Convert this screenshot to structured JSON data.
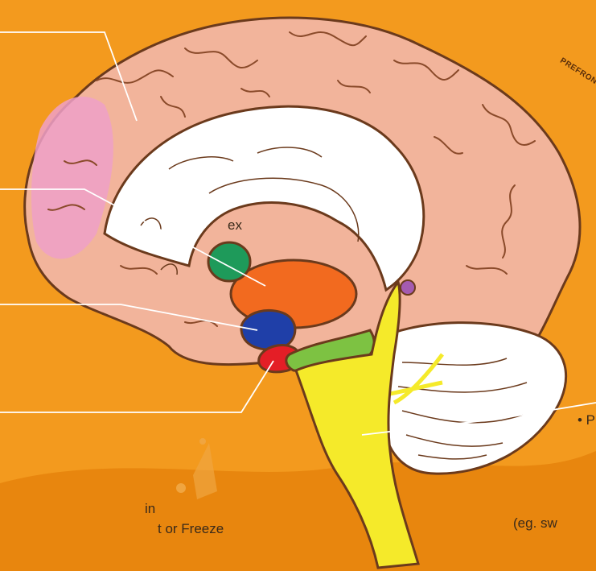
{
  "labels": {
    "cortex_partial": "ex",
    "brain_partial": "in",
    "freeze_partial": "t or Freeze",
    "bullet_partial": "• P",
    "eg_partial": "(eg. sw",
    "prefrontal_arc": "PREFRONT"
  },
  "colors": {
    "background": "#F39A1E",
    "background_dark": "#E8860E",
    "brain_tissue": "#F2B49B",
    "brain_outline": "#6B3A1C",
    "prefrontal_highlight": "#EFA0C8",
    "corpus_callosum": "#FFFFFF",
    "thalamus": "#F26A1F",
    "hypothalamus": "#1E9A5A",
    "amygdala_blue": "#1F3FA8",
    "red_region": "#E41E26",
    "midbrain_green": "#7DC242",
    "brainstem_yellow": "#F5EA2A",
    "pineal_purple": "#A45BB0",
    "cerebellum": "#FFFFFF",
    "leader_line": "#FFFFFF"
  }
}
